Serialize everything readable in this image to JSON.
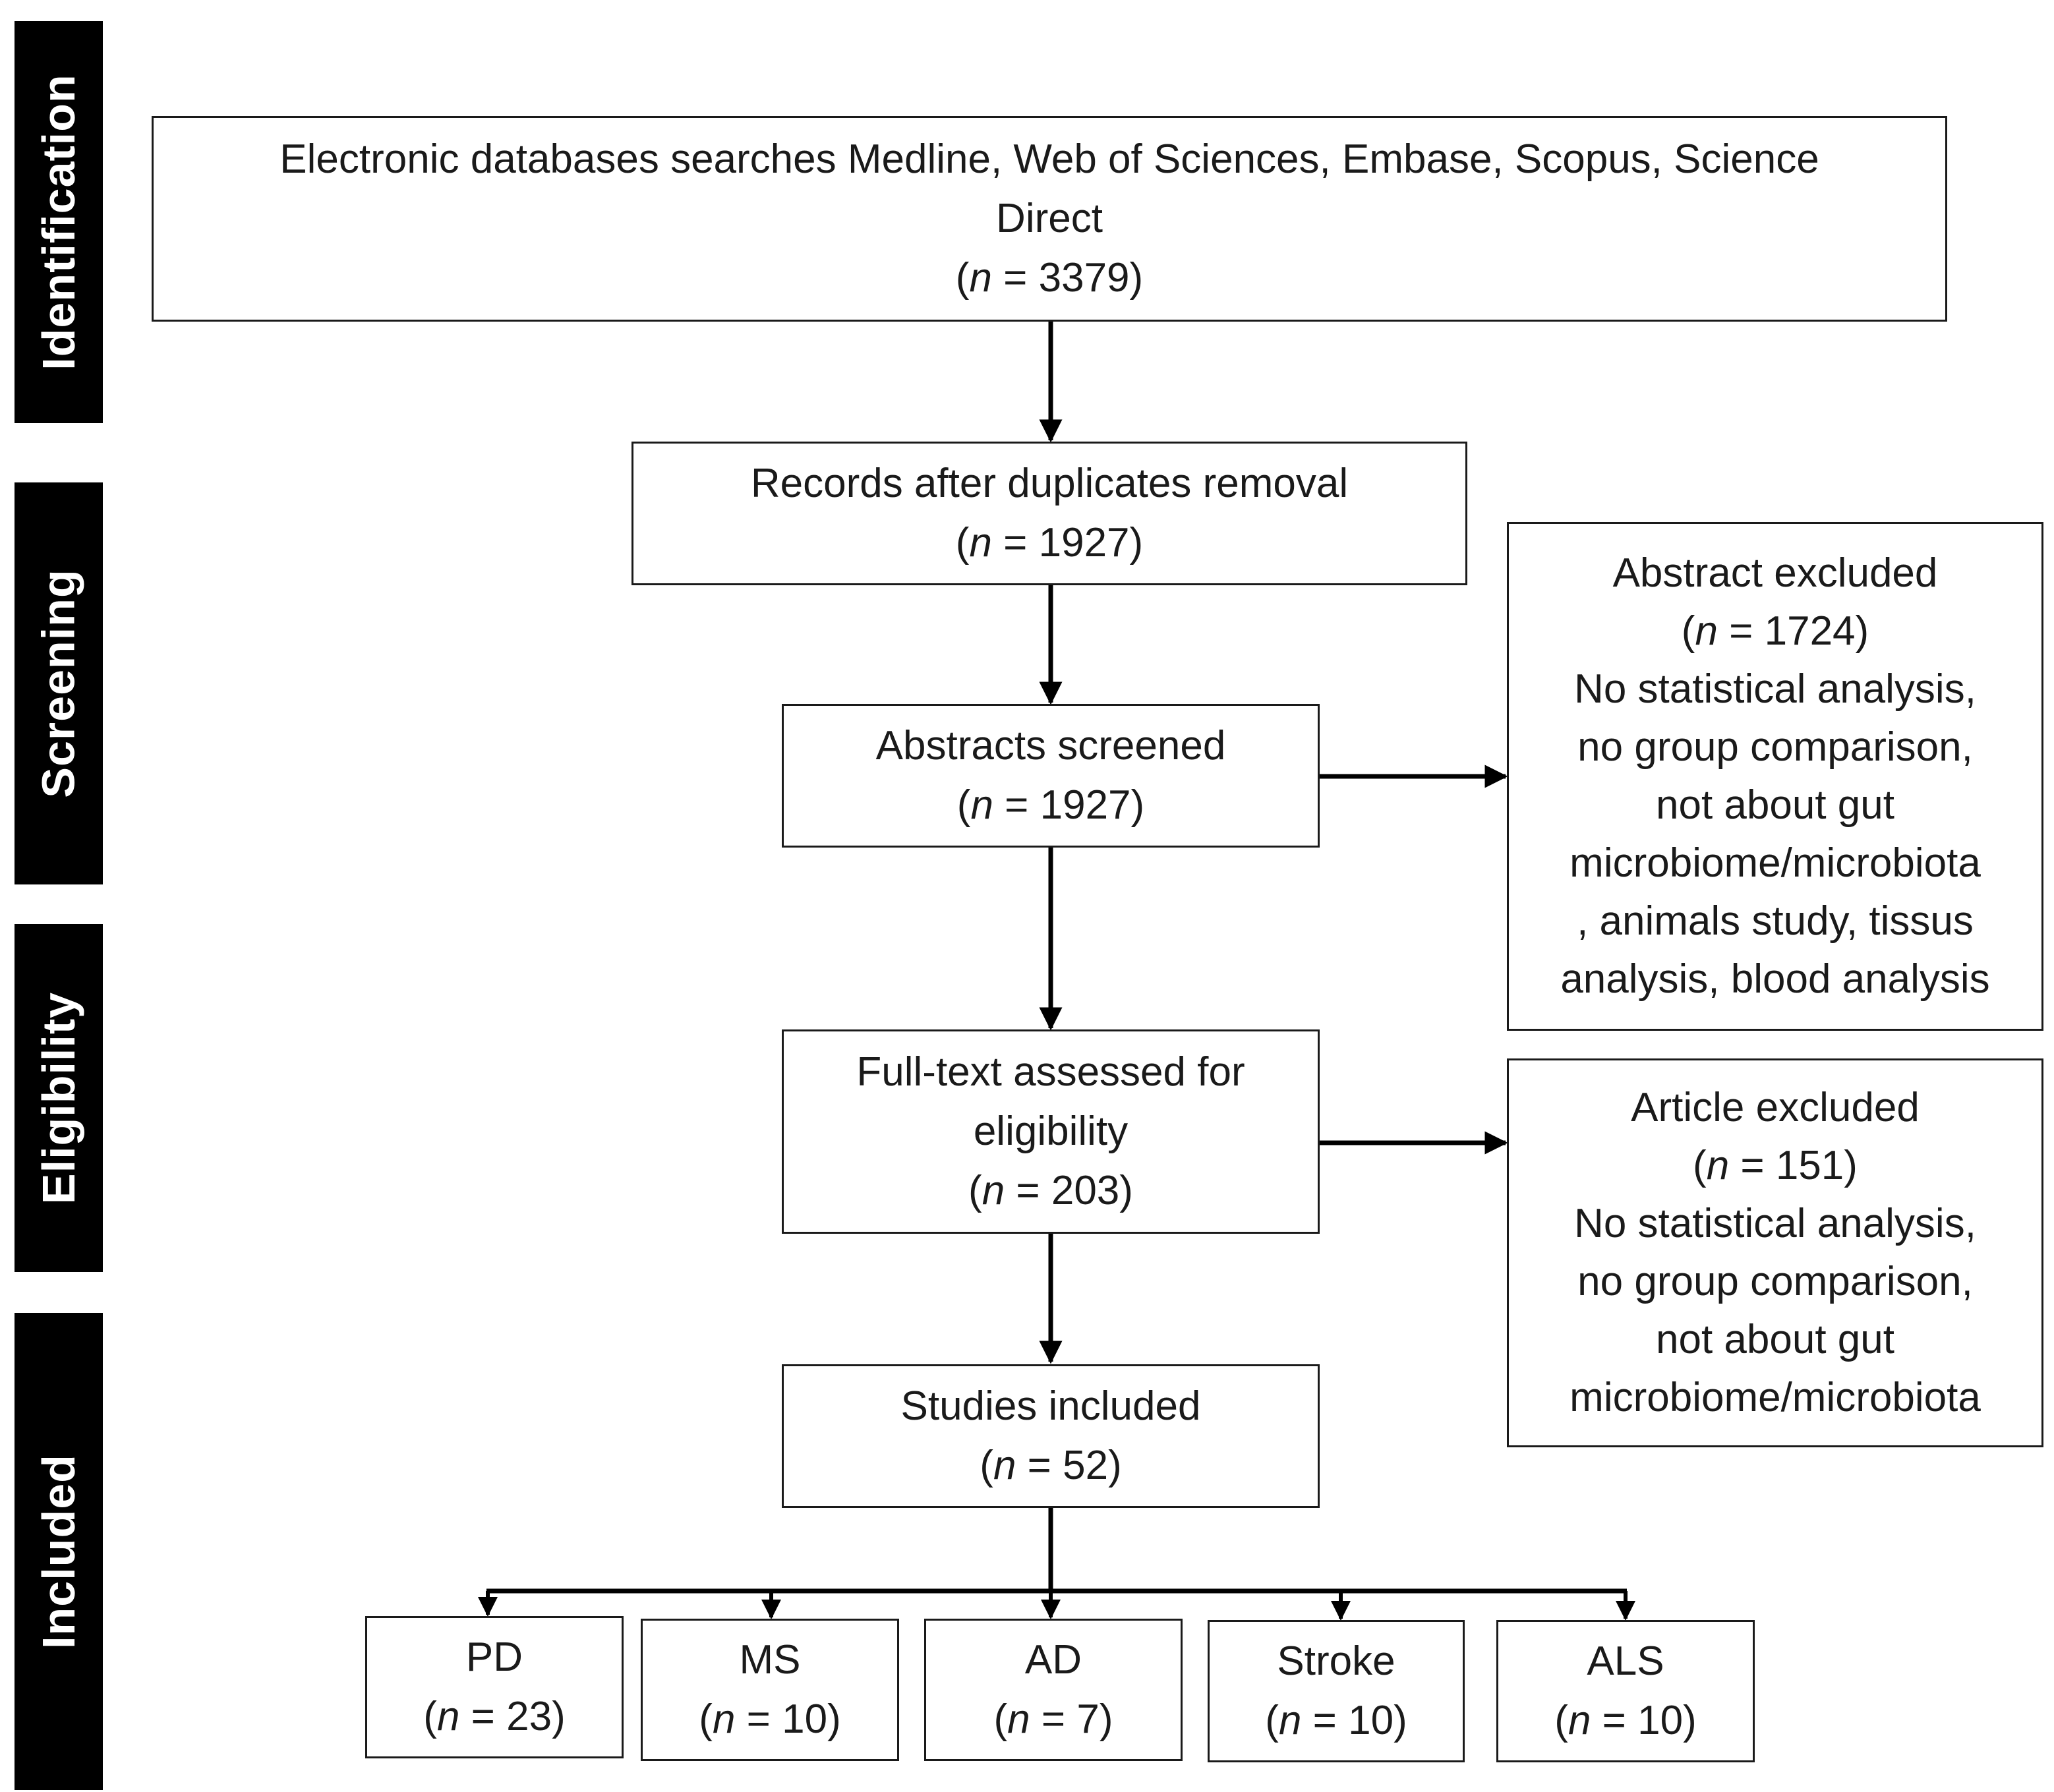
{
  "phases": {
    "identification": "Identification",
    "screening": "Screening",
    "eligibility": "Eligibility",
    "included": "Included"
  },
  "boxes": {
    "identification": {
      "lines": [
        "Electronic databases searches Medline, Web of Sciences, Embase, Scopus, Science",
        "Direct"
      ],
      "n_symbol": "n",
      "n_value": "3379"
    },
    "duplicates_removed": {
      "lines": [
        "Records after duplicates removal"
      ],
      "n_symbol": "n",
      "n_value": "1927"
    },
    "abstracts_screened": {
      "lines": [
        "Abstracts screened"
      ],
      "n_symbol": "n",
      "n_value": "1927"
    },
    "abstract_excluded": {
      "title": "Abstract excluded",
      "n_symbol": "n",
      "n_value": "1724",
      "reasons": [
        "No statistical analysis,",
        "no group comparison,",
        "not about gut",
        "microbiome/microbiota",
        ", animals study, tissus",
        "analysis, blood analysis"
      ]
    },
    "full_text": {
      "lines": [
        "Full-text assessed for",
        "eligibility"
      ],
      "n_symbol": "n",
      "n_value": "203"
    },
    "article_excluded": {
      "title": "Article excluded",
      "n_symbol": "n",
      "n_value": "151",
      "reasons": [
        "No statistical analysis,",
        "no group comparison,",
        "not about gut",
        "microbiome/microbiota"
      ]
    },
    "studies_included": {
      "lines": [
        "Studies included"
      ],
      "n_symbol": "n",
      "n_value": "52"
    }
  },
  "groups": [
    {
      "label": "PD",
      "n_symbol": "n",
      "n_value": "23"
    },
    {
      "label": "MS",
      "n_symbol": "n",
      "n_value": "10"
    },
    {
      "label": "AD",
      "n_symbol": "n",
      "n_value": "7"
    },
    {
      "label": "Stroke",
      "n_symbol": "n",
      "n_value": "10"
    },
    {
      "label": "ALS",
      "n_symbol": "n",
      "n_value": "10"
    }
  ],
  "colors": {
    "phase_bg": "#000000",
    "phase_text": "#ffffff",
    "box_border": "#1a1a1a",
    "arrow": "#000000"
  }
}
